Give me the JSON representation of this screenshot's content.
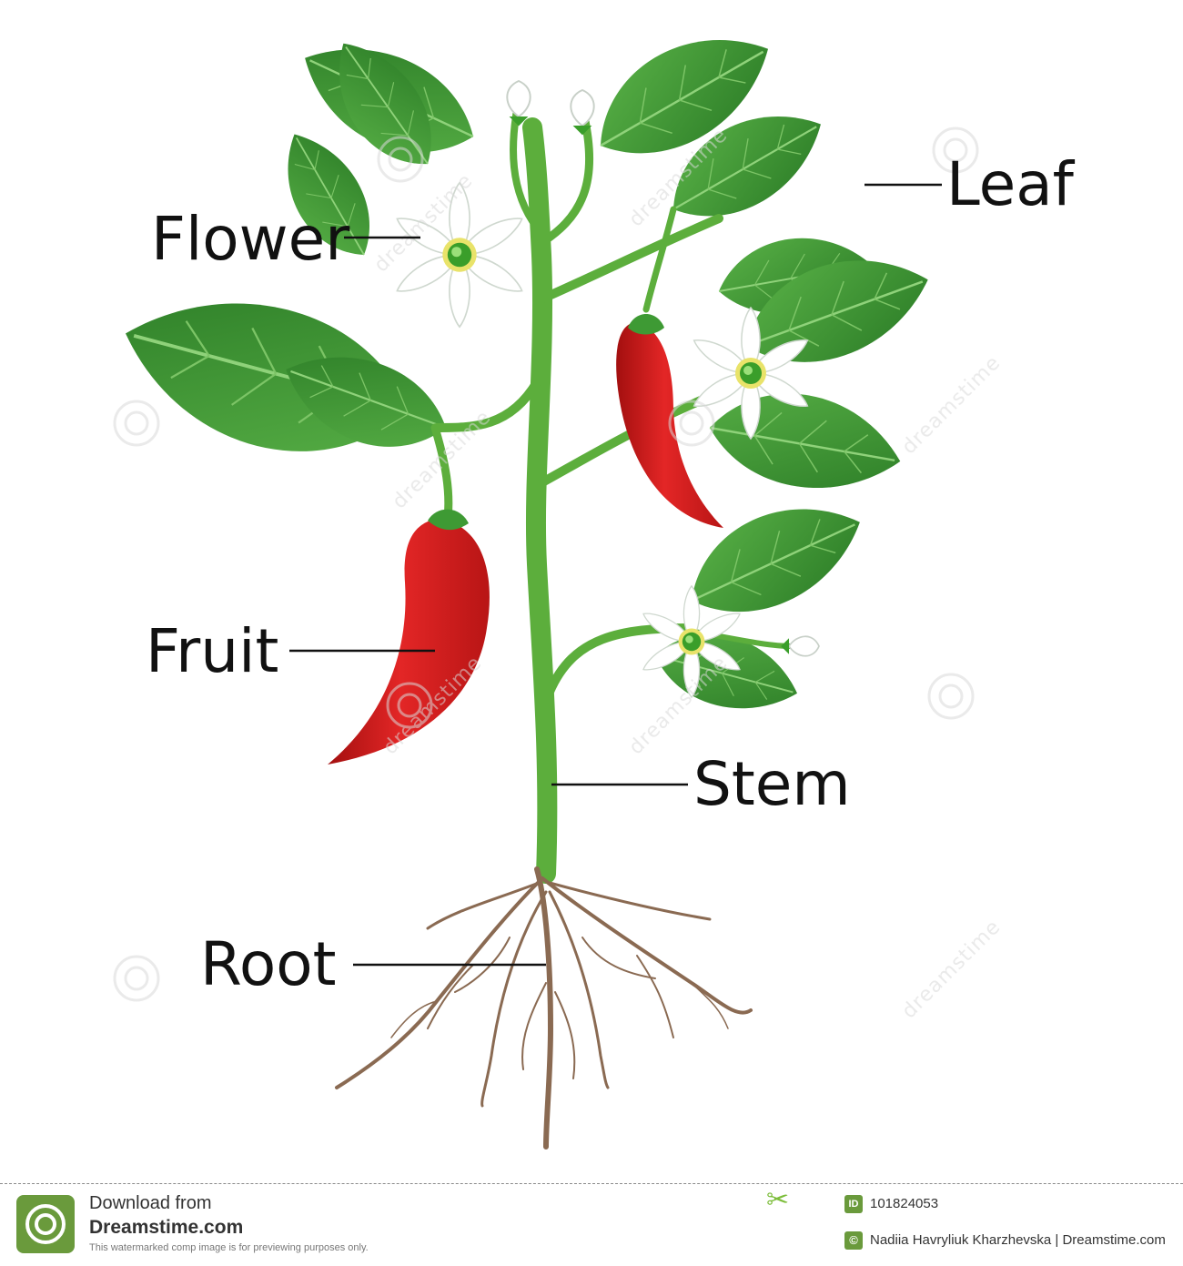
{
  "labels": {
    "leaf": "Leaf",
    "flower": "Flower",
    "fruit": "Fruit",
    "stem": "Stem",
    "root": "Root"
  },
  "watermark": {
    "text": "dreamstime"
  },
  "footer": {
    "download_line": "Download from",
    "site_line": "Dreamstime.com",
    "disclaimer": "This watermarked comp image is for previewing purposes only.",
    "id_badge": "ID",
    "id_value": "101824053",
    "copyright_badge": "©",
    "credit": "Nadiia Havryliuk  Kharzhevska  |  Dreamstime.com"
  },
  "colors": {
    "leaf": "#3e9a34",
    "leaf_dark": "#2a7a26",
    "stem": "#5cae3c",
    "fruit": "#d11d1d",
    "fruit_dark": "#9e0f0f",
    "root": "#8a6a52",
    "petal": "#ffffff",
    "flower_center": "#3a9e2a"
  }
}
